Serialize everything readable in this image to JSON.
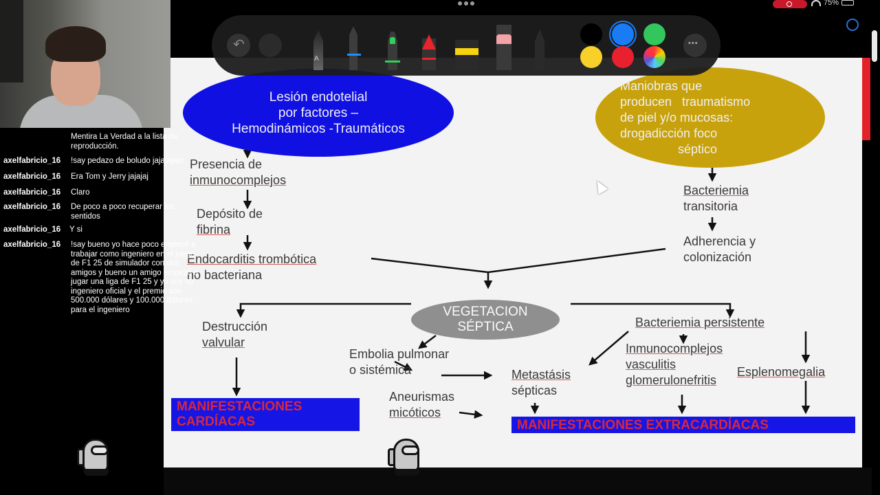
{
  "status_bar": {
    "battery": "75%"
  },
  "toolbar": {
    "pen_label": "A",
    "swatches": [
      "#000000",
      "#1a7cf5",
      "#33c65c",
      "#f9cf2a",
      "#e9212f",
      "multicolor"
    ]
  },
  "slide": {
    "blue_ellipse": [
      "Lesión endotelial",
      "por factores –",
      "Hemodinámicos -Traumáticos"
    ],
    "gold_ellipse": [
      "Maniobras que",
      "producen   traumatismo",
      "de piel y/o mucosas:",
      "drogadicción foco",
      "séptico"
    ],
    "left_chain": {
      "n1": [
        "Presencia de",
        "inmunocomplejos"
      ],
      "n2": [
        "Depósito de",
        "fibrina"
      ],
      "n3": [
        "Endocarditis trombótica",
        "no bacteriana"
      ]
    },
    "right_chain": {
      "n1": [
        "Bacteriemia",
        "transitoria"
      ],
      "n2": [
        "Adherencia y",
        "colonización"
      ]
    },
    "center": [
      "VEGETACION",
      "SÉPTICA"
    ],
    "destruccion": [
      "Destrucción",
      "valvular"
    ],
    "embolia": [
      "Embolia pulmonar",
      "o sistémica"
    ],
    "aneurismas": [
      "Aneurismas",
      "micóticos"
    ],
    "metastasis": [
      "Metastásis",
      "sépticas"
    ],
    "bacteriemia_persistente": "Bacteriemia persistente",
    "inmuno": [
      "Inmunocomplejos",
      "vasculitis",
      "glomerulonefritis"
    ],
    "esplenomegalia": "Esplenomegalia",
    "banner_left": [
      "MANIFESTACIONES",
      "CARDÍACAS"
    ],
    "banner_right": "MANIFESTACIONES EXTRACARDÍACAS"
  },
  "chat": [
    {
      "user": "",
      "text": "Mentira La Verdad a la lista de reproducción."
    },
    {
      "user": "axelfabricio_16",
      "text": "!say pedazo de boludo jajajajaja"
    },
    {
      "user": "axelfabricio_16",
      "text": "Era Tom y Jerry jajajaj"
    },
    {
      "user": "axelfabricio_16",
      "text": "Claro"
    },
    {
      "user": "axelfabricio_16",
      "text": "De poco a poco recuperar los sentidos"
    },
    {
      "user": "axelfabricio_16",
      "text": "Y si"
    },
    {
      "user": "axelfabricio_16",
      "text": "!say bueno yo hace poco empecé a trabajar como ingeniero en el juego de F1 25 de simulador con dos amigos y bueno un amigo empezó a jugar una liga de F1 25 y yo soy su ingeniero oficial y el premio son 500.000 dólares y 100.000 dólares para el ingeniero"
    }
  ]
}
